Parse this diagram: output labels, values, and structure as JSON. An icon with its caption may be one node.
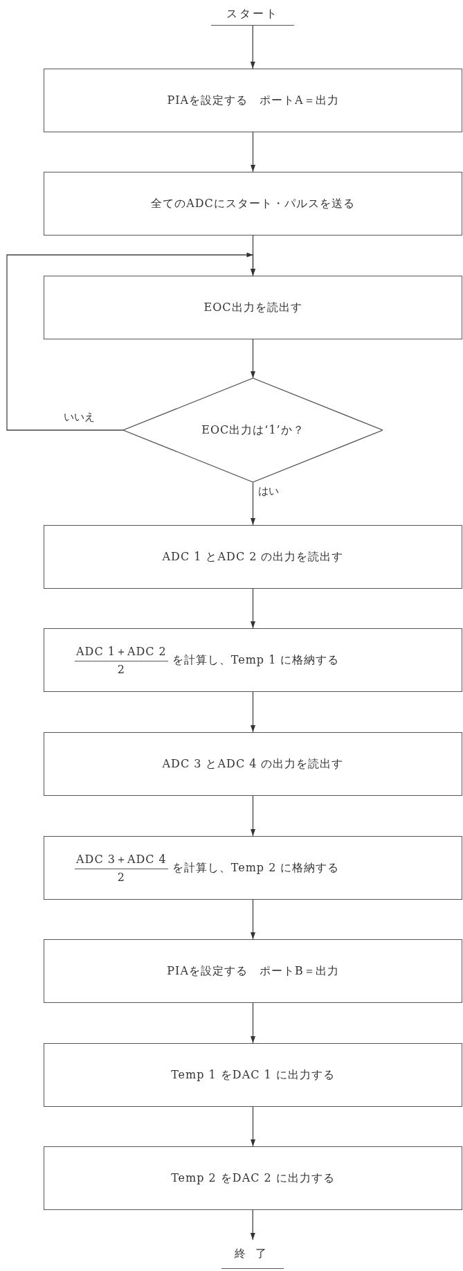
{
  "diagram": {
    "nodes": [
      {
        "text": [
          "スタート"
        ]
      },
      {
        "text": [
          "PIAを設定する　ポートA＝出力"
        ]
      },
      {
        "text": [
          "全てのADCにスタート・パルスを送る"
        ]
      },
      {
        "text": [
          "EOC出力を読出す"
        ]
      },
      {
        "text": [
          "EOC出力は‘1’か？"
        ]
      },
      {
        "text": [
          "ADC 1 とADC 2 の出力を読出す"
        ]
      },
      {
        "text": [
          "ADC 1＋ADC 2",
          "2",
          "を計算し、Temp 1 に格納する"
        ]
      },
      {
        "text": [
          "ADC 3 とADC 4 の出力を読出す"
        ]
      },
      {
        "text": [
          "ADC 3＋ADC 4",
          "2",
          "を計算し、Temp 2 に格納する"
        ]
      },
      {
        "text": [
          "PIAを設定する　ポートB＝出力"
        ]
      },
      {
        "text": [
          "Temp 1 をDAC 1 に出力する"
        ]
      },
      {
        "text": [
          "Temp 2 をDAC 2 に出力する"
        ]
      },
      {
        "text": [
          "終了"
        ]
      }
    ],
    "edges": [
      {
        "from": 0,
        "to": 1,
        "arrow": "to"
      },
      {
        "from": 1,
        "to": 2,
        "arrow": "to"
      },
      {
        "from": 2,
        "to": 3,
        "arrow": "to"
      },
      {
        "from": 3,
        "to": 4,
        "arrow": "to"
      },
      {
        "from": 4,
        "to": 3,
        "label": "いいえ",
        "arrow": "to"
      },
      {
        "from": 4,
        "to": 5,
        "label": "はい",
        "arrow": "to"
      },
      {
        "from": 5,
        "to": 6,
        "arrow": "to"
      },
      {
        "from": 6,
        "to": 7,
        "arrow": "to"
      },
      {
        "from": 7,
        "to": 8,
        "arrow": "to"
      },
      {
        "from": 8,
        "to": 9,
        "arrow": "to"
      },
      {
        "from": 9,
        "to": 10,
        "arrow": "to"
      },
      {
        "from": 10,
        "to": 11,
        "arrow": "to"
      },
      {
        "from": 11,
        "to": 12,
        "arrow": "to"
      }
    ]
  }
}
